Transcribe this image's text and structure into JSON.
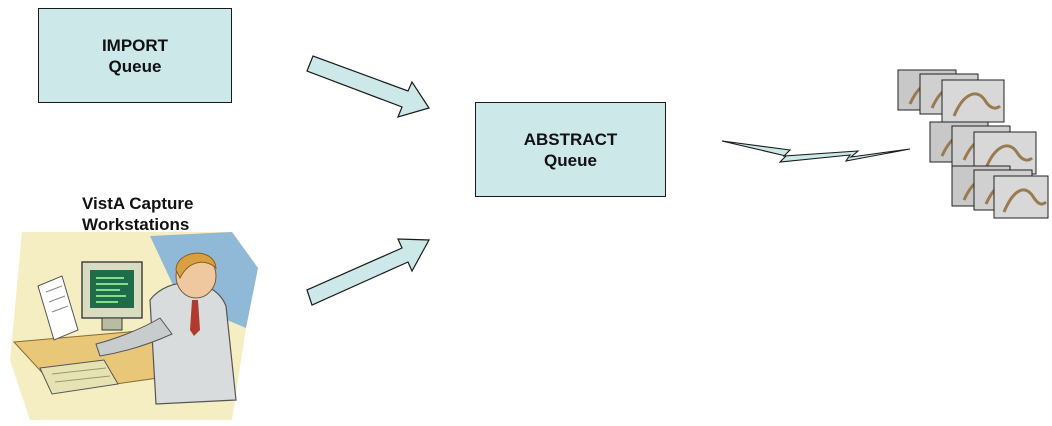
{
  "import_queue": {
    "line1": "IMPORT",
    "line2": "Queue"
  },
  "abstract_queue": {
    "line1": "ABSTRACT",
    "line2": "Queue"
  },
  "capture_workstations": {
    "line1": "VistA Capture",
    "line2": "Workstations"
  },
  "colors": {
    "queue_fill": "#cce8e8",
    "arrow_fill": "#cce8e8",
    "outline": "#1a1a1a",
    "clipart_bg": "#f4eec2"
  },
  "icons": {
    "workstation_clipart": "person-at-computer-icon",
    "image_stack": "xray-thumbnails-icon",
    "transfer_link": "lightning-bolt-icon"
  }
}
